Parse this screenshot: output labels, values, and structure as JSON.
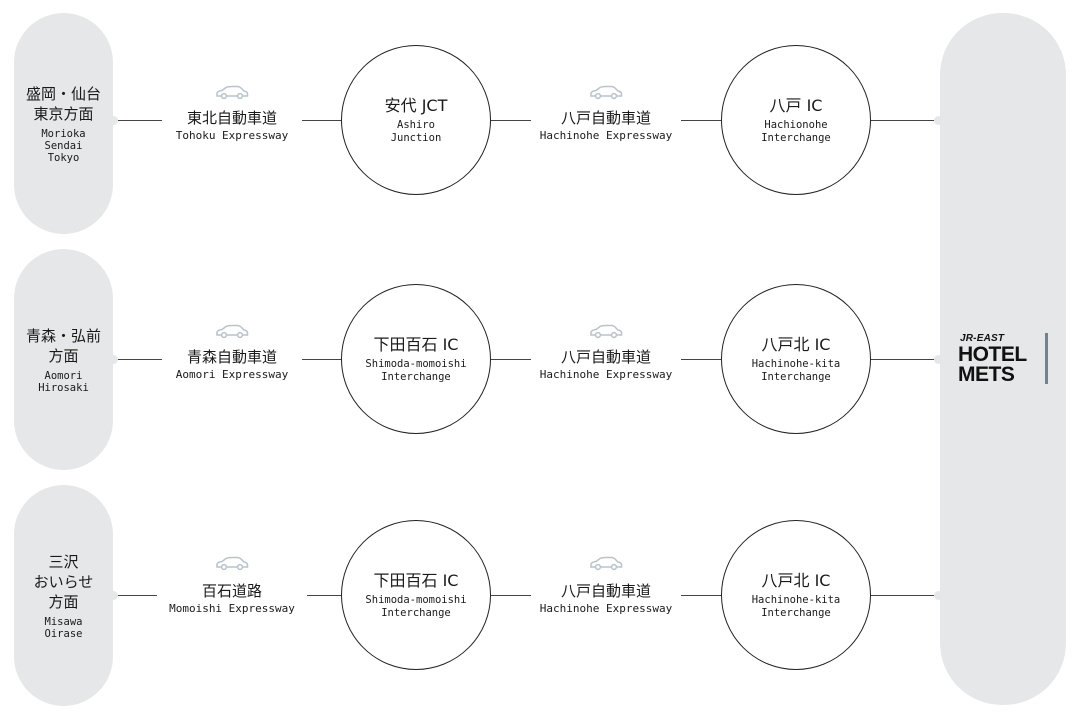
{
  "routes": [
    {
      "origin": {
        "jp": "盛岡・仙台\n東京方面",
        "en": "Morioka\nSendai\nTokyo"
      },
      "road1": {
        "jp": "東北自動車道",
        "en": "Tohoku Expressway"
      },
      "node1": {
        "jp": "安代 JCT",
        "en": "Ashiro\nJunction"
      },
      "road2": {
        "jp": "八戸自動車道",
        "en": "Hachinohe Expressway"
      },
      "node2": {
        "jp": "八戸 IC",
        "en": "Hachionohe\nInterchange"
      }
    },
    {
      "origin": {
        "jp": "青森・弘前\n方面",
        "en": "Aomori\nHirosaki"
      },
      "road1": {
        "jp": "青森自動車道",
        "en": "Aomori Expressway"
      },
      "node1": {
        "jp": "下田百石 IC",
        "en": "Shimoda-momoishi\nInterchange"
      },
      "road2": {
        "jp": "八戸自動車道",
        "en": "Hachinohe Expressway"
      },
      "node2": {
        "jp": "八戸北 IC",
        "en": "Hachinohe-kita\nInterchange"
      }
    },
    {
      "origin": {
        "jp": "三沢\nおいらせ\n方面",
        "en": "Misawa\nOirase"
      },
      "road1": {
        "jp": "百石道路",
        "en": "Momoishi Expressway"
      },
      "node1": {
        "jp": "下田百石 IC",
        "en": "Shimoda-momoishi\nInterchange"
      },
      "road2": {
        "jp": "八戸自動車道",
        "en": "Hachinohe Expressway"
      },
      "node2": {
        "jp": "八戸北 IC",
        "en": "Hachinohe-kita\nInterchange"
      }
    }
  ],
  "hotel": {
    "brand_small": "JR-EAST",
    "line1": "HOTEL",
    "line2": "METS"
  },
  "icons": {
    "road": "car-icon"
  },
  "colors": {
    "panel": "#e6e7e8",
    "line": "#444444",
    "logo_bar": "#6b8496",
    "car": "#b8c3cc"
  }
}
